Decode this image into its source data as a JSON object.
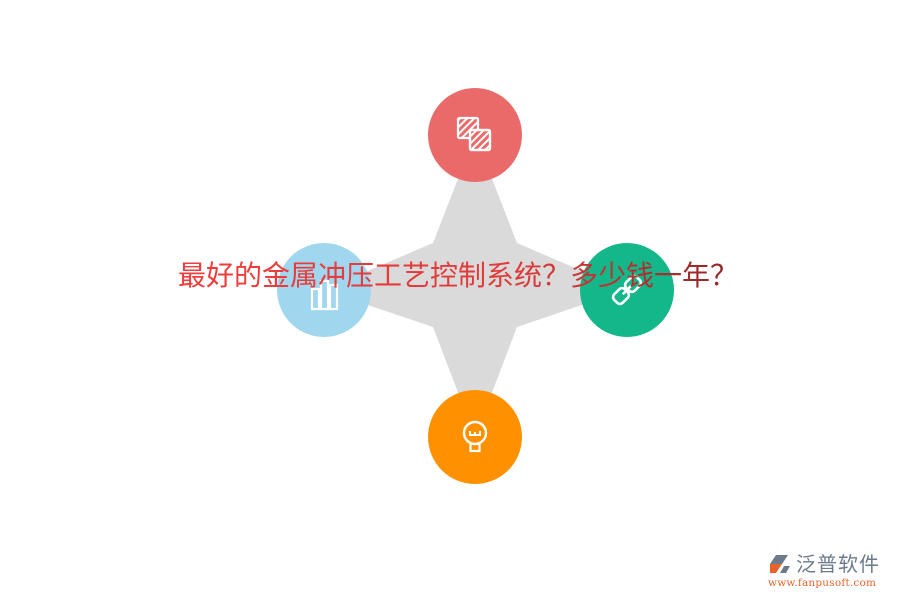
{
  "title": "最好的金属冲压工艺控制系统？多少钱一年？",
  "diagram": {
    "type": "four-point-star",
    "center_color": "#dadada",
    "nodes": [
      {
        "position": "top",
        "icon": "layers-icon",
        "color": "#ea6a6a"
      },
      {
        "position": "left",
        "icon": "chart-bars-icon",
        "color": "#a1d6ef"
      },
      {
        "position": "right",
        "icon": "link-icon",
        "color": "#14b78a"
      },
      {
        "position": "bottom",
        "icon": "lightbulb-icon",
        "color": "#ff9000"
      }
    ]
  },
  "logo": {
    "name": "泛普软件",
    "url": "www.fanpusoft.com"
  }
}
